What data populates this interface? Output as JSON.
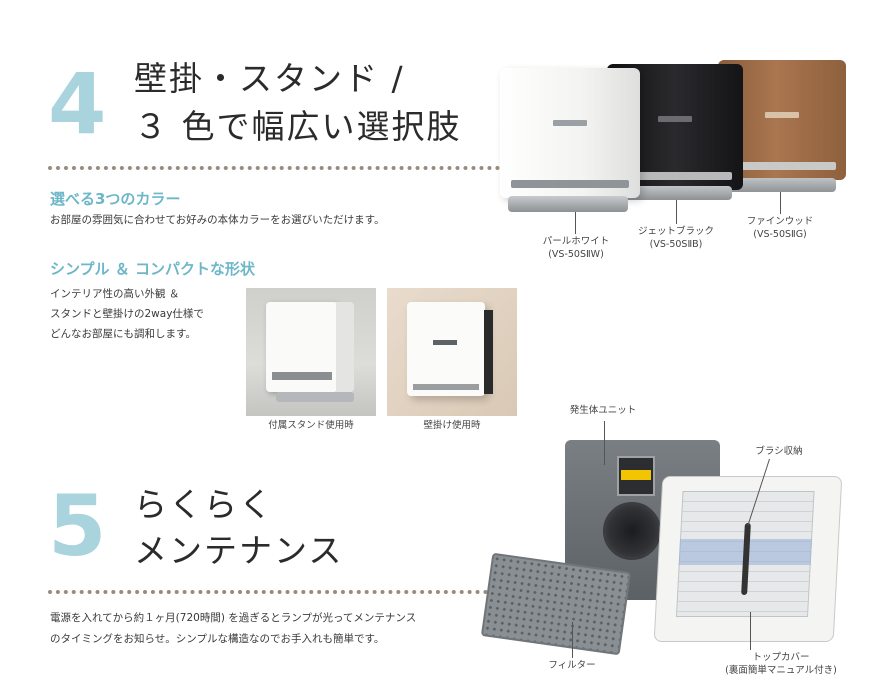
{
  "section4": {
    "number": "4",
    "heading_line1": "壁掛・スタンド /",
    "heading_line2": "３ 色で幅広い選択肢",
    "colors_title": "選べる3つのカラー",
    "colors_text": "お部屋の雰囲気に合わせてお好みの本体カラーをお選びいただけます。",
    "simple_title": "シンプル ＆ コンパクトな形状",
    "simple_text_lines": [
      "インテリア性の高い外観 ＆",
      "スタンドと壁掛けの2way仕様で",
      "どんなお部屋にも調和します。"
    ],
    "photo_captions": [
      "付属スタンド使用時",
      "壁掛け使用時"
    ],
    "products": [
      {
        "name": "パールホワイト",
        "model": "(VS-50SⅡW)",
        "color": "#f2f2f0"
      },
      {
        "name": "ジェットブラック",
        "model": "(VS-50SⅡB)",
        "color": "#1c1c1e"
      },
      {
        "name": "ファインウッド",
        "model": "(VS-50SⅡG)",
        "color": "#9a6a45"
      }
    ]
  },
  "section5": {
    "number": "5",
    "heading_line1": "らくらく",
    "heading_line2": "メンテナンス",
    "text_lines": [
      "電源を入れてから約１ヶ月(720時間) を過ぎるとランプが光ってメンテナンス",
      "のタイミングをお知らせ。シンプルな構造なのでお手入れも簡単です。"
    ],
    "labels": {
      "generator_unit": "発生体ユニット",
      "brush_storage": "ブラシ収納",
      "filter": "フィルター",
      "top_cover_line1": "トップカバー",
      "top_cover_line2": "(裏面簡単マニュアル付き)"
    }
  }
}
